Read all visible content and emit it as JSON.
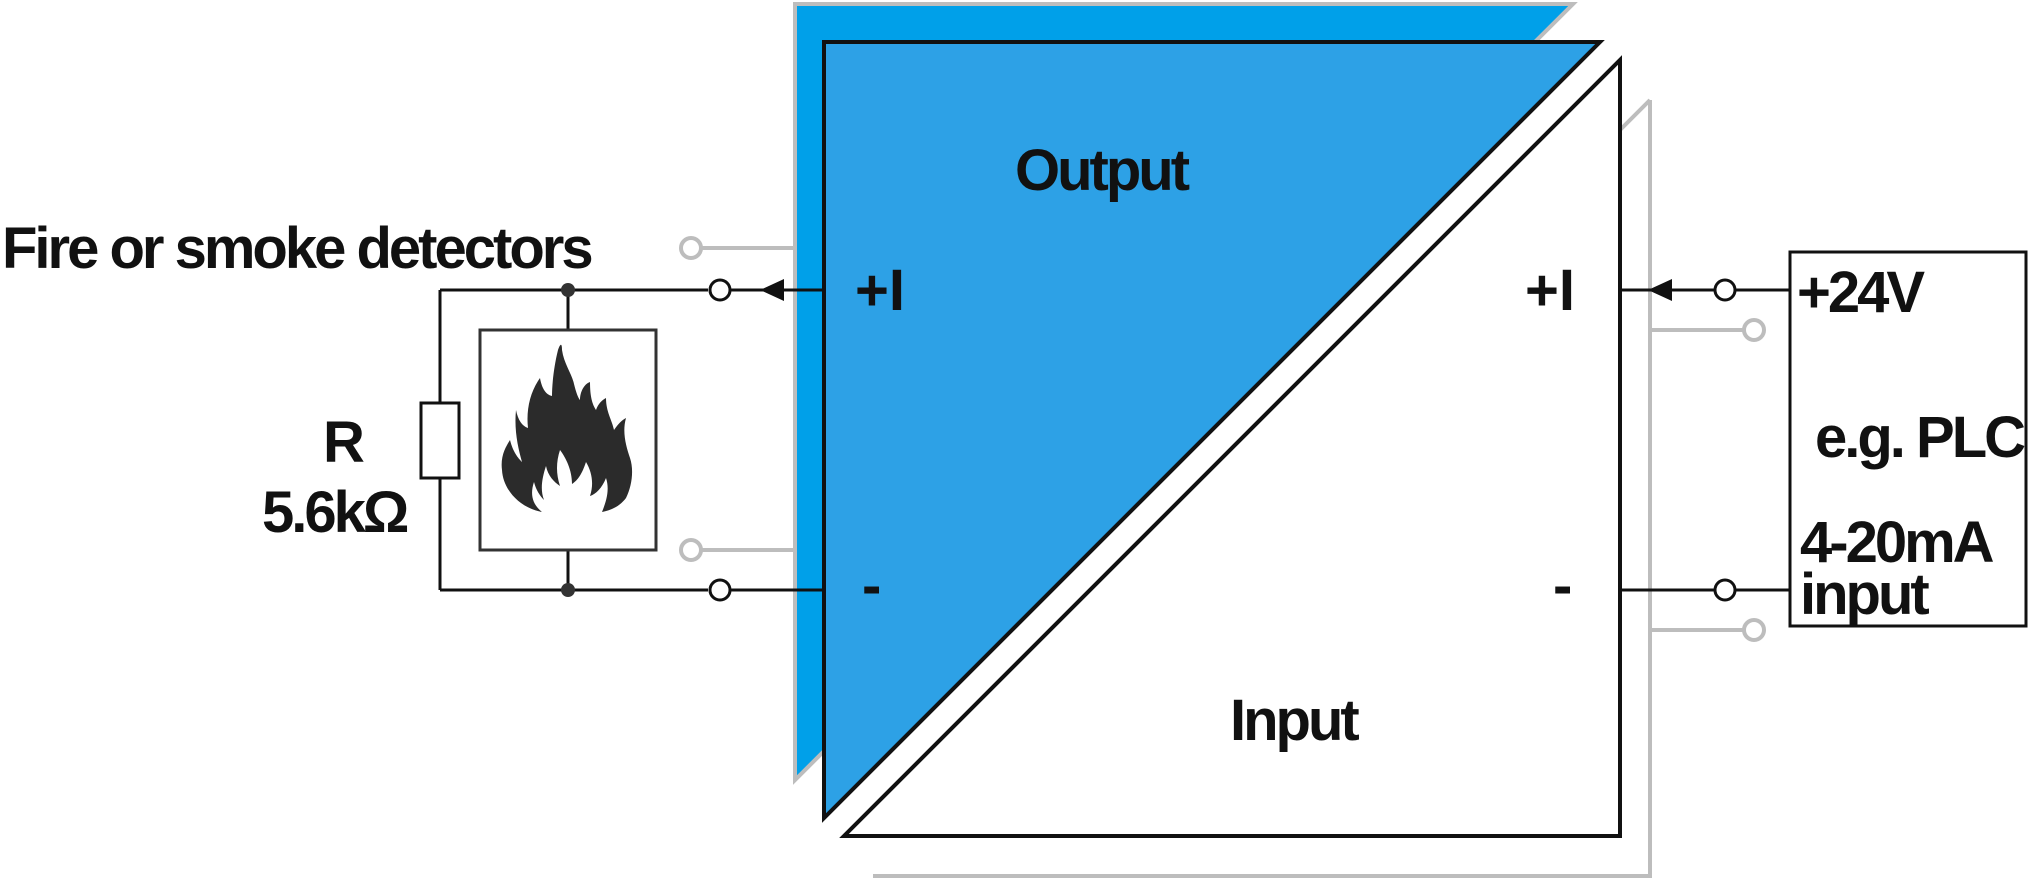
{
  "colors": {
    "output_blue": "#2da1e6",
    "shadow_blue": "#00a0e9",
    "ghost_gray": "#bdbdbd",
    "line": "#111111"
  },
  "icons": {
    "detector": "flame-icon",
    "resistor": "resistor-symbol",
    "terminal": "terminal-circle"
  },
  "converter": {
    "output_label": "Output",
    "input_label": "Input",
    "output_plus": "+I",
    "output_minus": "-",
    "input_plus": "+I",
    "input_minus": "-"
  },
  "left_circuit": {
    "title": "Fire or smoke detectors",
    "resistor_name": "R",
    "resistor_value": "5.6kΩ"
  },
  "plc": {
    "supply": "+24V",
    "name": "e.g. PLC",
    "input_line1": "4-20mA",
    "input_line2": "input"
  }
}
